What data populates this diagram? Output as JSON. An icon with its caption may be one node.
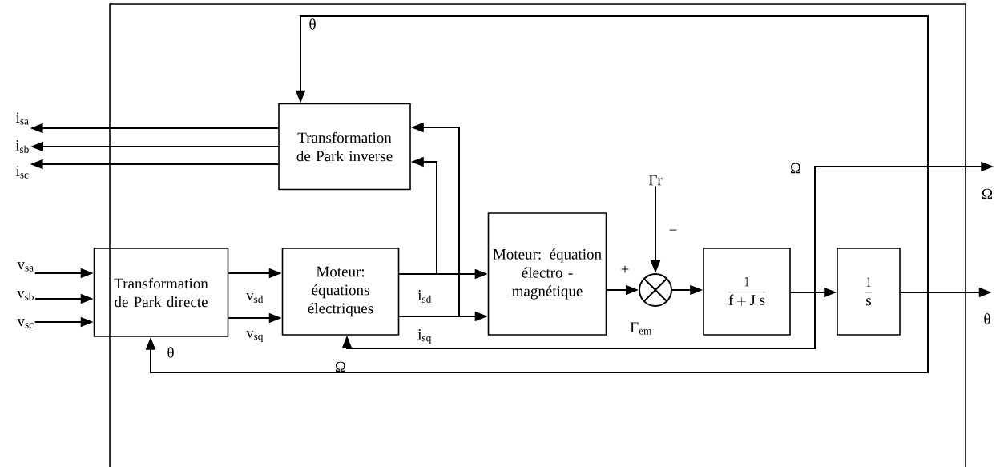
{
  "diagram": {
    "nodes": [
      {
        "text": [
          "Transformation de Park inverse"
        ]
      },
      {
        "text": [
          "Transformation de Park directe"
        ]
      },
      {
        "text": [
          "Moteur: équations électriques"
        ]
      },
      {
        "text": [
          "Moteur: équation électro - magnétique"
        ]
      },
      {
        "text": [],
        "shape": "circle"
      },
      {
        "text": [
          "\\frac{1}{\\mathrm{f} + \\mathrm{J\\ s}}"
        ]
      },
      {
        "text": [
          "\\frac{1}{\\mathrm{s}}"
        ]
      },
      {
        "text": [
          "i$_{sa}$"
        ]
      },
      {
        "text": [
          "i$_{sb}$"
        ]
      },
      {
        "text": [
          "i$_{sc}$"
        ]
      },
      {
        "text": [
          "v$_{sa}$"
        ]
      },
      {
        "text": [
          "v$_{sb}$"
        ]
      },
      {
        "text": [
          "v$_{sc}$"
        ]
      },
      {
        "text": [
          "Γr"
        ]
      },
      {
        "text": [
          "Ω"
        ]
      },
      {
        "text": [
          "θ"
        ]
      }
    ],
    "edges": [
      {
        "from": 0,
        "to": 7,
        "arrow": "to"
      },
      {
        "from": 0,
        "to": 8,
        "arrow": "to"
      },
      {
        "from": 0,
        "to": 9,
        "arrow": "to"
      },
      {
        "from": 10,
        "to": 1,
        "arrow": "to"
      },
      {
        "from": 11,
        "to": 1,
        "arrow": "to"
      },
      {
        "from": 12,
        "to": 1,
        "arrow": "to"
      },
      {
        "from": 1,
        "to": 2,
        "arrow": "to",
        "label": "v$_{sd}$"
      },
      {
        "from": 1,
        "to": 2,
        "arrow": "to",
        "label": "v$_{sq}$"
      },
      {
        "from": 2,
        "to": 3,
        "arrow": "to",
        "label": "i$_{sd}$"
      },
      {
        "from": 2,
        "to": 3,
        "arrow": "to",
        "label": "i$_{sq}$"
      },
      {
        "from": 2,
        "to": 0,
        "arrow": "to"
      },
      {
        "from": 2,
        "to": 0,
        "arrow": "to"
      },
      {
        "from": 3,
        "to": 4,
        "arrow": "to",
        "label": "Γ$_{em}$"
      },
      {
        "from": 13,
        "to": 4,
        "arrow": "to"
      },
      {
        "from": 4,
        "to": 5,
        "arrow": "to"
      },
      {
        "from": 5,
        "to": 6,
        "arrow": "to"
      },
      {
        "from": 5,
        "to": 14,
        "arrow": "to",
        "label": "Ω"
      },
      {
        "from": 5,
        "to": 2,
        "arrow": "to",
        "label": "Ω"
      },
      {
        "from": 6,
        "to": 15,
        "arrow": "to"
      },
      {
        "from": 6,
        "to": 1,
        "arrow": "to",
        "label": "θ"
      },
      {
        "from": 6,
        "to": 0,
        "arrow": "to",
        "label": "θ"
      }
    ],
    "labels": [
      "+",
      "−"
    ]
  }
}
